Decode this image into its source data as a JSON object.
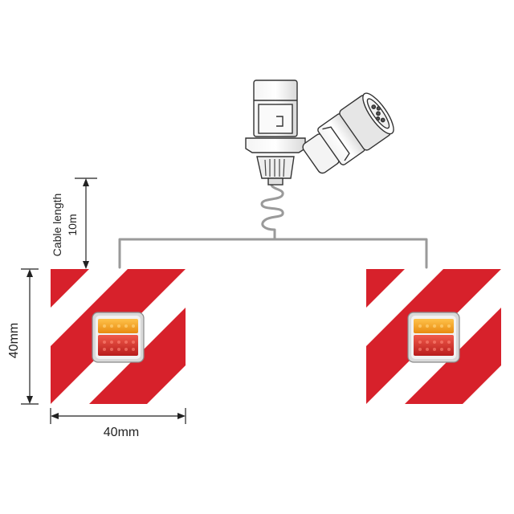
{
  "labels": {
    "cable_length_line1": "Cable length",
    "cable_length_line2": "10m",
    "height_dimension": "40mm",
    "width_dimension": "40mm"
  },
  "colors": {
    "stripe_red": "#d7212b",
    "cable_gray": "#9a9a9a",
    "lamp_amber": "#f5a21c",
    "lamp_red": "#d62b2b",
    "line_dark": "#222222"
  },
  "components": {
    "left_warning_plate": "warning-plate-icon",
    "right_warning_plate": "warning-plate-icon",
    "left_lamp": "tail-lamp-icon",
    "right_lamp": "tail-lamp-icon",
    "plug": "trailer-plug-icon"
  }
}
